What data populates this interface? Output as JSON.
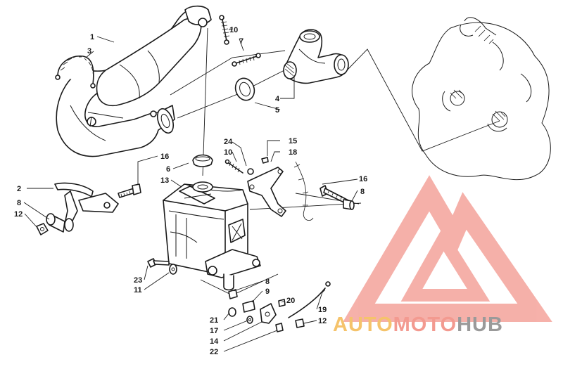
{
  "callouts": [
    {
      "id": "c1",
      "text": "1"
    },
    {
      "id": "c3",
      "text": "3"
    },
    {
      "id": "c10a",
      "text": "10"
    },
    {
      "id": "c7",
      "text": "7"
    },
    {
      "id": "c4",
      "text": "4"
    },
    {
      "id": "c5",
      "text": "5"
    },
    {
      "id": "c24",
      "text": "24"
    },
    {
      "id": "c15",
      "text": "15"
    },
    {
      "id": "c10b",
      "text": "10"
    },
    {
      "id": "c18",
      "text": "18"
    },
    {
      "id": "c16a",
      "text": "16"
    },
    {
      "id": "c6",
      "text": "6"
    },
    {
      "id": "c13",
      "text": "13"
    },
    {
      "id": "c2",
      "text": "2"
    },
    {
      "id": "c8a",
      "text": "8"
    },
    {
      "id": "c12a",
      "text": "12"
    },
    {
      "id": "c16b",
      "text": "16"
    },
    {
      "id": "c8b",
      "text": "8"
    },
    {
      "id": "c23",
      "text": "23"
    },
    {
      "id": "c11",
      "text": "11"
    },
    {
      "id": "c8c",
      "text": "8"
    },
    {
      "id": "c9",
      "text": "9"
    },
    {
      "id": "c20",
      "text": "20"
    },
    {
      "id": "c21",
      "text": "21"
    },
    {
      "id": "c19",
      "text": "19"
    },
    {
      "id": "c17",
      "text": "17"
    },
    {
      "id": "c12b",
      "text": "12"
    },
    {
      "id": "c14",
      "text": "14"
    },
    {
      "id": "c22",
      "text": "22"
    }
  ],
  "watermark": {
    "part1": "AUTO",
    "part2": "MOTO",
    "part3": "HUB",
    "color1": "#f5c36b",
    "color2": "#f39a90",
    "color3": "#9a9a9a",
    "logo_color": "#f4a39b"
  },
  "colors": {
    "line": "#1a1a1a",
    "background": "#ffffff"
  }
}
